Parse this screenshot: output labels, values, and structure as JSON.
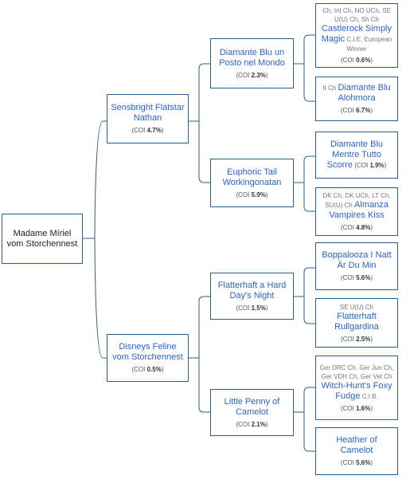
{
  "root": {
    "name": "Madame Míriel vom Storchennest"
  },
  "gen1": [
    {
      "name": "Sensbright Flatstar Nathan",
      "coi_label": "COI",
      "coi": "4.7%"
    },
    {
      "name": "Disneys Feline vom Storchennest",
      "coi_label": "COI",
      "coi": "0.5%"
    }
  ],
  "gen2": [
    {
      "name": "Diamante Blu un Posto nel Mondo",
      "coi_label": "COI",
      "coi": "2.3%"
    },
    {
      "name": "Euphoric Tail Workingonatan",
      "coi_label": "COI",
      "coi": "5.9%"
    },
    {
      "name": "Flatterhaft a Hard Day's Night",
      "coi_label": "COI",
      "coi": "1.5%"
    },
    {
      "name": "Little Penny of Camelot",
      "coi_label": "COI",
      "coi": "2.1%"
    }
  ],
  "gen3": [
    {
      "titles": "Ch, Int Ch, NO UCh, SE U(U) Ch, Sh Ch",
      "name": "Castlerock Simply Magic",
      "suffix": "C.I.E, European Winner",
      "coi_label": "COI",
      "coi": "0.6%"
    },
    {
      "titles": "It Ch",
      "name": "Diamante Blu Alohmora",
      "suffix": "",
      "coi_label": "COI",
      "coi": "6.7%"
    },
    {
      "titles": "",
      "name": "Diamante Blu Mentre Tutto Scorre",
      "suffix": "",
      "coi_label": "COI",
      "coi": "1.9%"
    },
    {
      "titles": "DK Ch, DK UCh, LT Ch, SU(U) Ch",
      "name": "Almanza Vampires Kiss",
      "suffix": "",
      "coi_label": "COI",
      "coi": "4.8%"
    },
    {
      "titles": "",
      "name": "Boppalooza I Natt Är Du Min",
      "suffix": "",
      "coi_label": "COI",
      "coi": "5.6%"
    },
    {
      "titles": "SE U(U) Ch",
      "name": "Flatterhaft Rullgardina",
      "suffix": "",
      "coi_label": "COI",
      "coi": "2.5%"
    },
    {
      "titles": "Ger DRC Ch, Ger Jun Ch, Ger VDH Ch, Ger Vet Ch",
      "name": "Witch-Hunt's Foxy Fudge",
      "suffix": "C.I.B.",
      "coi_label": "COI",
      "coi": "1.6%"
    },
    {
      "titles": "",
      "name": "Heather of Camelot",
      "suffix": "",
      "coi_label": "COI",
      "coi": "5.6%"
    }
  ]
}
